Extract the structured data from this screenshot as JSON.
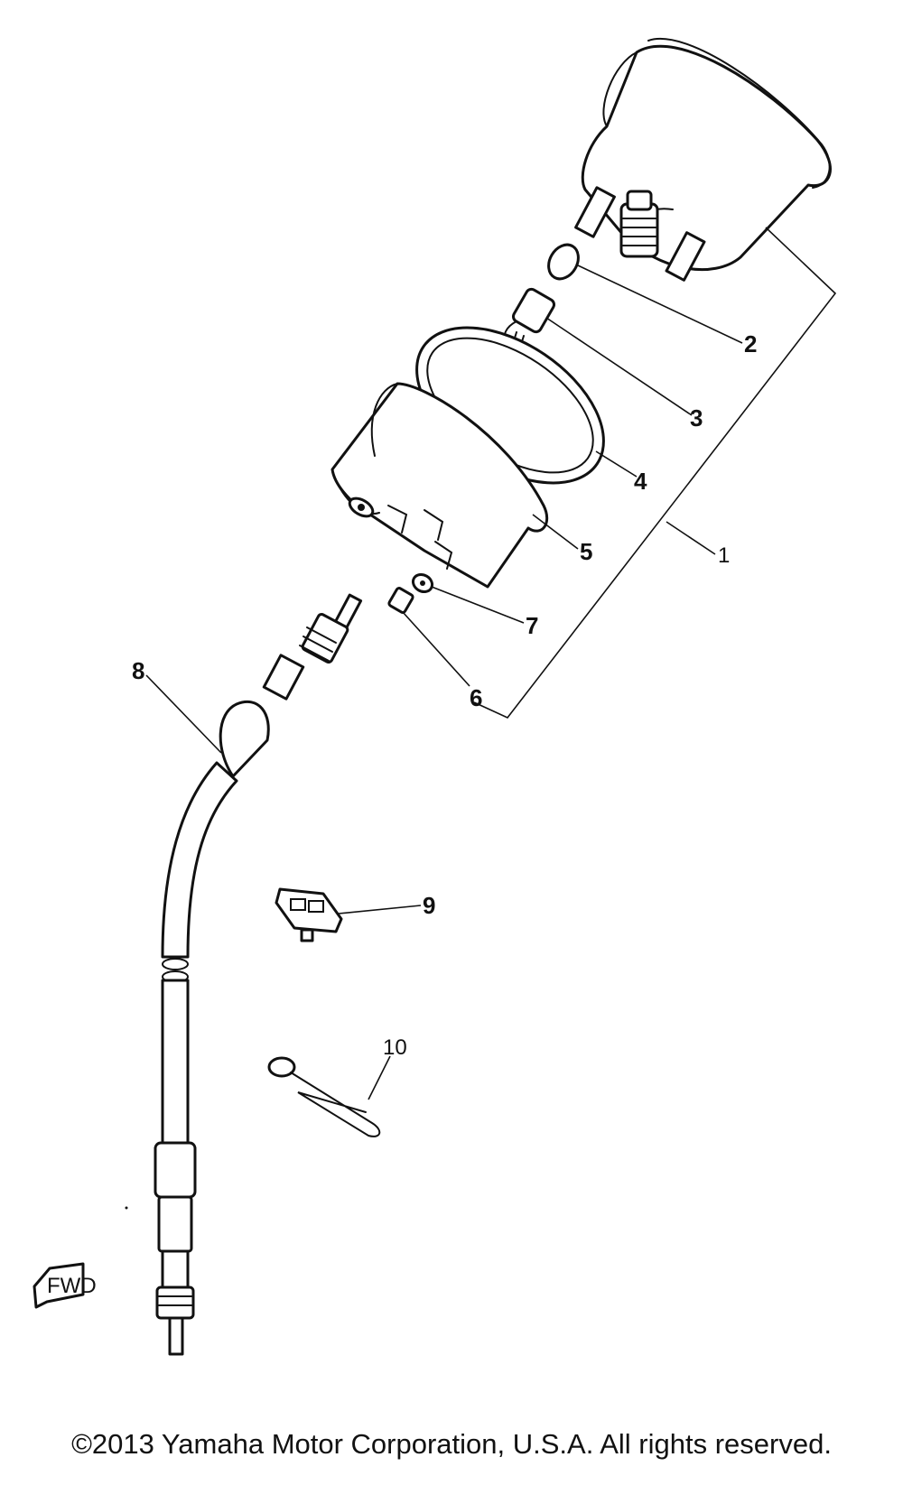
{
  "callouts": [
    {
      "id": "1",
      "label": "1"
    },
    {
      "id": "2",
      "label": "2"
    },
    {
      "id": "3",
      "label": "3"
    },
    {
      "id": "4",
      "label": "4"
    },
    {
      "id": "5",
      "label": "5"
    },
    {
      "id": "6",
      "label": "6"
    },
    {
      "id": "7",
      "label": "7"
    },
    {
      "id": "8",
      "label": "8"
    },
    {
      "id": "9",
      "label": "9"
    },
    {
      "id": "10",
      "label": "10"
    }
  ],
  "fwd_badge": "FWD",
  "copyright": "©2013 Yamaha Motor Corporation, U.S.A. All rights reserved."
}
